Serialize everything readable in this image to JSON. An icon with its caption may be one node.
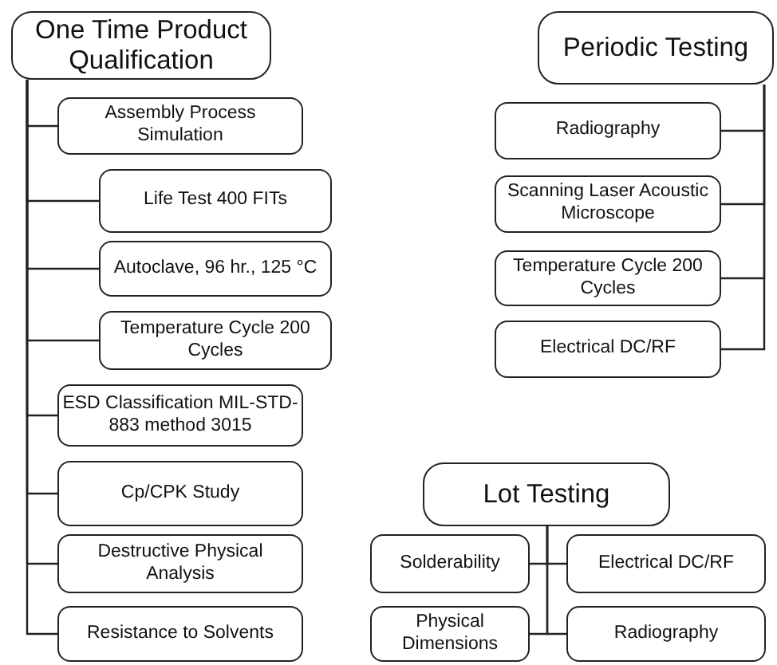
{
  "diagram": {
    "nodes": [
      {
        "text": [
          "One Time Product Qualification"
        ]
      },
      {
        "text": [
          "Assembly Process Simulation"
        ]
      },
      {
        "text": [
          "Life Test 400 FITs"
        ]
      },
      {
        "text": [
          "Autoclave, 96 hr., 125 °C"
        ]
      },
      {
        "text": [
          "Temperature Cycle 200 Cycles"
        ]
      },
      {
        "text": [
          "ESD Classification MIL-STD-883 method 3015"
        ]
      },
      {
        "text": [
          "Cp/CPK Study"
        ]
      },
      {
        "text": [
          "Destructive Physical Analysis"
        ]
      },
      {
        "text": [
          "Resistance to Solvents"
        ]
      },
      {
        "text": [
          "Periodic Testing"
        ]
      },
      {
        "text": [
          "Radiography"
        ]
      },
      {
        "text": [
          "Scanning Laser Acoustic Microscope"
        ]
      },
      {
        "text": [
          "Temperature Cycle 200 Cycles"
        ]
      },
      {
        "text": [
          "Electrical DC/RF"
        ]
      },
      {
        "text": [
          "Lot Testing"
        ]
      },
      {
        "text": [
          "Solderability"
        ]
      },
      {
        "text": [
          "Electrical DC/RF"
        ]
      },
      {
        "text": [
          "Physical Dimensions"
        ]
      },
      {
        "text": [
          "Radiography"
        ]
      }
    ],
    "edges": [
      {
        "from": 0,
        "to": 1,
        "arrow": "none"
      },
      {
        "from": 0,
        "to": 2,
        "arrow": "none"
      },
      {
        "from": 0,
        "to": 3,
        "arrow": "none"
      },
      {
        "from": 0,
        "to": 4,
        "arrow": "none"
      },
      {
        "from": 0,
        "to": 5,
        "arrow": "none"
      },
      {
        "from": 0,
        "to": 6,
        "arrow": "none"
      },
      {
        "from": 0,
        "to": 7,
        "arrow": "none"
      },
      {
        "from": 0,
        "to": 8,
        "arrow": "none"
      },
      {
        "from": 9,
        "to": 10,
        "arrow": "none"
      },
      {
        "from": 9,
        "to": 11,
        "arrow": "none"
      },
      {
        "from": 9,
        "to": 12,
        "arrow": "none"
      },
      {
        "from": 9,
        "to": 13,
        "arrow": "none"
      },
      {
        "from": 14,
        "to": 15,
        "arrow": "none"
      },
      {
        "from": 14,
        "to": 16,
        "arrow": "none"
      },
      {
        "from": 14,
        "to": 17,
        "arrow": "none"
      },
      {
        "from": 14,
        "to": 18,
        "arrow": "none"
      }
    ]
  }
}
